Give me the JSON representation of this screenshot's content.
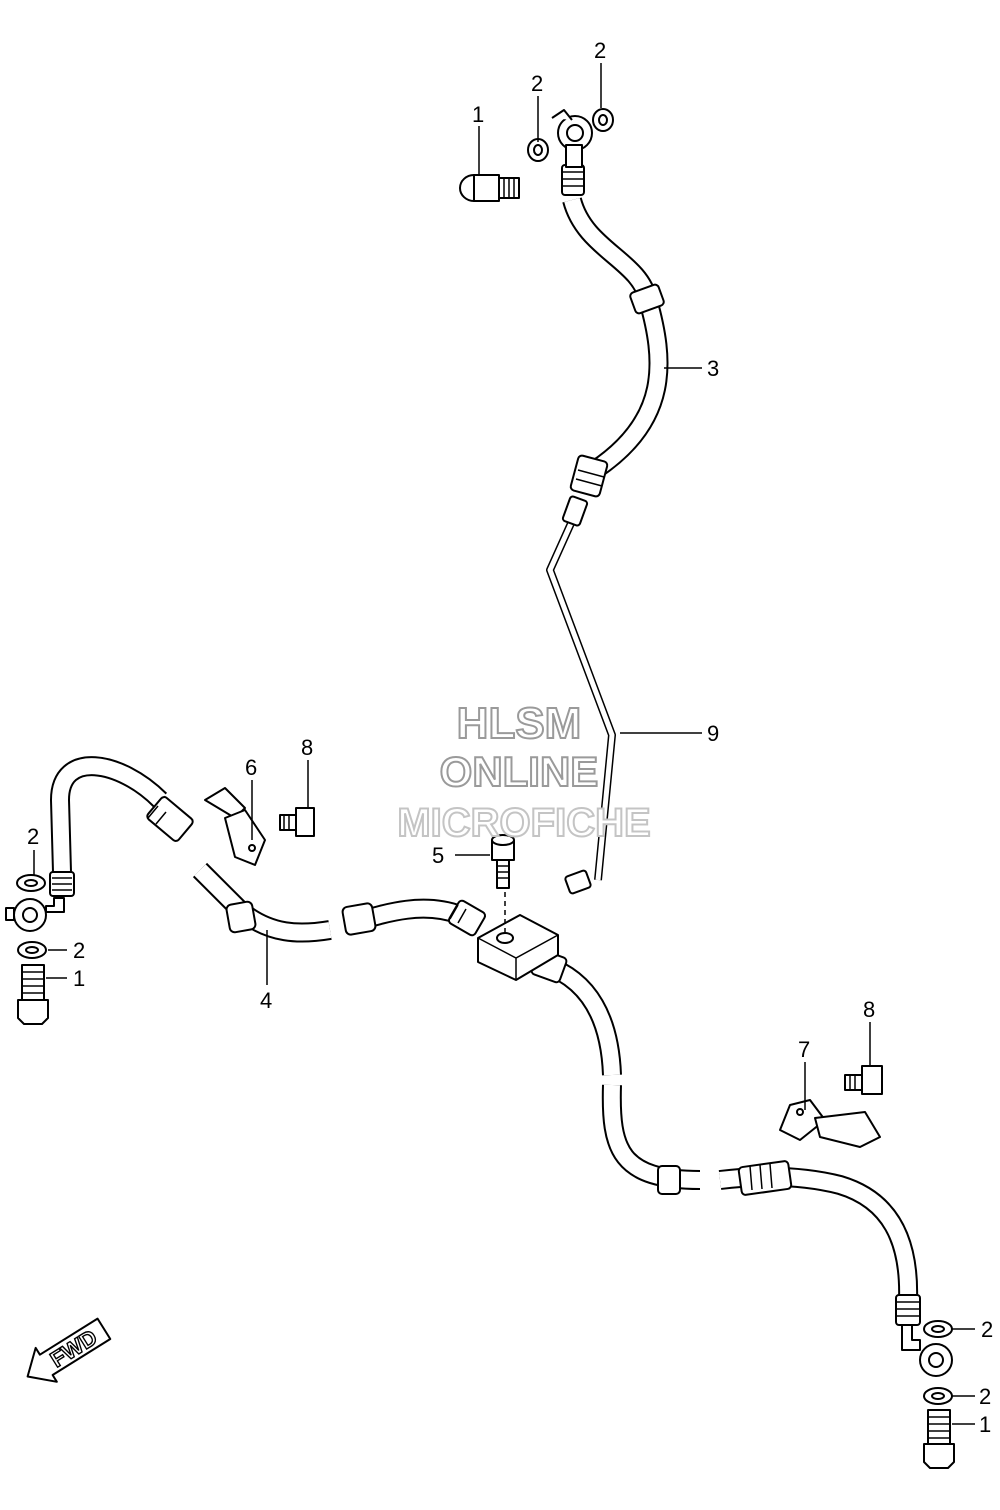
{
  "watermark": {
    "line1": "HLSM",
    "line2": "ONLINE",
    "line3": "MICROFICHE"
  },
  "fwd_label": "FWD",
  "callouts": [
    {
      "id": "c-1a",
      "text": "1"
    },
    {
      "id": "c-2a",
      "text": "2"
    },
    {
      "id": "c-2b",
      "text": "2"
    },
    {
      "id": "c-3",
      "text": "3"
    },
    {
      "id": "c-9",
      "text": "9"
    },
    {
      "id": "c-8a",
      "text": "8"
    },
    {
      "id": "c-6",
      "text": "6"
    },
    {
      "id": "c-2c",
      "text": "2"
    },
    {
      "id": "c-2d",
      "text": "2"
    },
    {
      "id": "c-1b",
      "text": "1"
    },
    {
      "id": "c-4",
      "text": "4"
    },
    {
      "id": "c-5",
      "text": "5"
    },
    {
      "id": "c-8b",
      "text": "8"
    },
    {
      "id": "c-7",
      "text": "7"
    },
    {
      "id": "c-2e",
      "text": "2"
    },
    {
      "id": "c-2f",
      "text": "2"
    },
    {
      "id": "c-1c",
      "text": "1"
    }
  ]
}
